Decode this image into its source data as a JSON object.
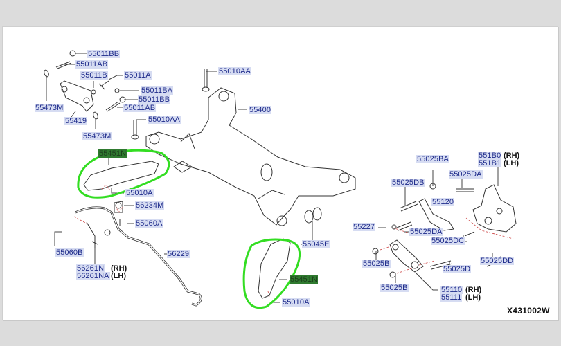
{
  "diagram": {
    "reference_code": "X431002W",
    "highlight_color": "#33dd22",
    "label_color": "#1d2a8a",
    "label_bg": "#d6dcf2",
    "parts": [
      {
        "id": "p1",
        "number": "55011BB"
      },
      {
        "id": "p2",
        "number": "55011AB"
      },
      {
        "id": "p3",
        "number": "55011B"
      },
      {
        "id": "p4",
        "number": "55011A"
      },
      {
        "id": "p5",
        "number": "55011BA"
      },
      {
        "id": "p6",
        "number": "55011BB"
      },
      {
        "id": "p7",
        "number": "55011AB"
      },
      {
        "id": "p8",
        "number": "55473M"
      },
      {
        "id": "p9",
        "number": "55419"
      },
      {
        "id": "p10",
        "number": "55473M"
      },
      {
        "id": "p11",
        "number": "55010AA"
      },
      {
        "id": "p12",
        "number": "55010AA"
      },
      {
        "id": "p13",
        "number": "55400"
      },
      {
        "id": "p14",
        "number": "55451N",
        "highlighted": true
      },
      {
        "id": "p15",
        "number": "55010A"
      },
      {
        "id": "p16",
        "number": "56234M"
      },
      {
        "id": "p17",
        "number": "55060A"
      },
      {
        "id": "p18",
        "number": "55060B"
      },
      {
        "id": "p19",
        "number": "56229"
      },
      {
        "id": "p20",
        "number": "56261N",
        "side": "(RH)"
      },
      {
        "id": "p21",
        "number": "56261NA",
        "side": "(LH)"
      },
      {
        "id": "p22",
        "number": "55045E"
      },
      {
        "id": "p23",
        "number": "55451N",
        "highlighted": true
      },
      {
        "id": "p24",
        "number": "55010A"
      },
      {
        "id": "p25",
        "number": "55025BA"
      },
      {
        "id": "p26",
        "number": "55025DB"
      },
      {
        "id": "p27",
        "number": "55120"
      },
      {
        "id": "p28",
        "number": "55227"
      },
      {
        "id": "p29",
        "number": "55025DA"
      },
      {
        "id": "p30",
        "number": "55025DA"
      },
      {
        "id": "p31",
        "number": "551B0",
        "side": "(RH)"
      },
      {
        "id": "p32",
        "number": "551B1",
        "side": "(LH)"
      },
      {
        "id": "p33",
        "number": "55025DC"
      },
      {
        "id": "p34",
        "number": "55025DD"
      },
      {
        "id": "p35",
        "number": "55025B"
      },
      {
        "id": "p36",
        "number": "55025D"
      },
      {
        "id": "p37",
        "number": "55025B"
      },
      {
        "id": "p38",
        "number": "55110",
        "side": "(RH)"
      },
      {
        "id": "p39",
        "number": "55111",
        "side": "(LH)"
      }
    ]
  }
}
